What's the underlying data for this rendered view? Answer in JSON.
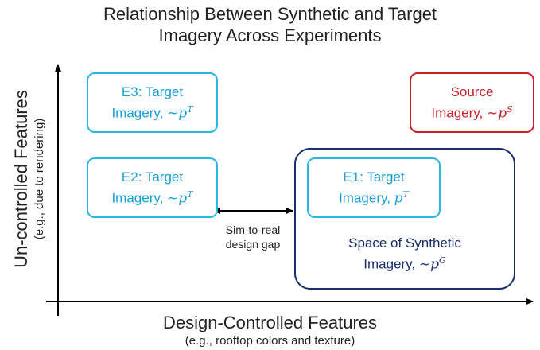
{
  "title": {
    "line1": "Relationship Between Synthetic and Target",
    "line2": "Imagery Across Experiments"
  },
  "y_axis": {
    "label": "Un-controlled Features",
    "sublabel": "(e.g., due to rendering)"
  },
  "x_axis": {
    "label": "Design-Controlled Features",
    "sublabel": "(e.g., rooftop colors and texture)"
  },
  "boxes": {
    "e3": {
      "line1": "E3: Target",
      "line2": "Imagery, ",
      "symbol": "~p",
      "sup": "T",
      "color": "#29b6e3"
    },
    "e2": {
      "line1": "E2: Target",
      "line2": "Imagery, ",
      "symbol": "~p",
      "sup": "T",
      "color": "#29b6e3"
    },
    "e1": {
      "line1": "E1: Target",
      "line2": "Imagery, ",
      "symbol": "p",
      "sup": "T",
      "color": "#29b6e3"
    },
    "source": {
      "line1": "Source",
      "line2": "Imagery, ",
      "symbol": "~p",
      "sup": "S",
      "color": "#c8202a"
    },
    "synthetic": {
      "line1": "Space of Synthetic",
      "line2": "Imagery, ",
      "symbol": "~p",
      "sup": "G",
      "color": "#1b2f6b"
    }
  },
  "gap_label": {
    "line1": "Sim-to-real",
    "line2": "design gap"
  }
}
